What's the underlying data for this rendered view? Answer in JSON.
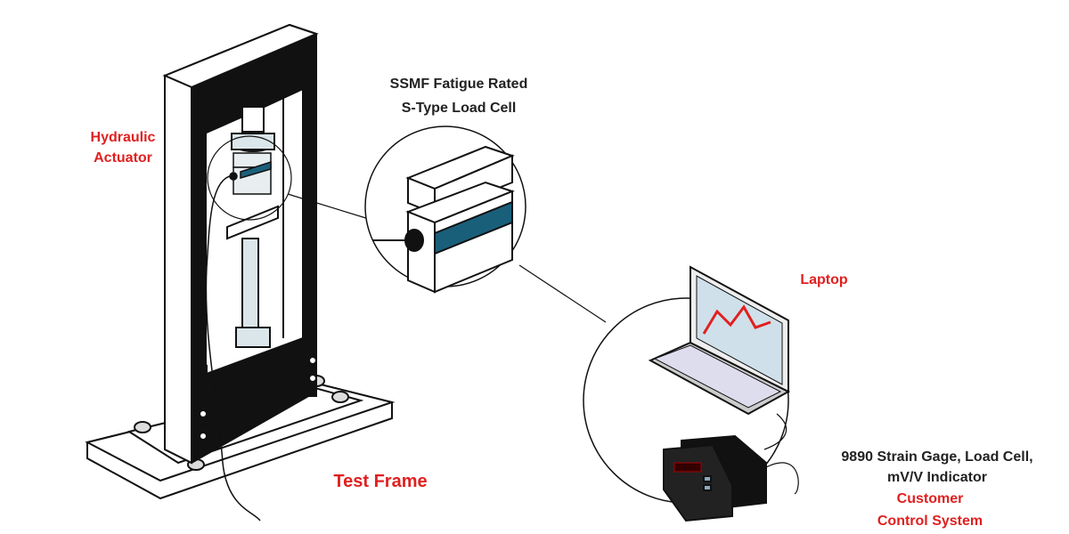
{
  "labels": {
    "load_cell_title_1": "SSMF Fatigue Rated",
    "load_cell_title_2": "S-Type Load Cell",
    "actuator_1": "Hydraulic",
    "actuator_2": "Actuator",
    "laptop": "Laptop",
    "test_frame": "Test Frame",
    "indicator_1": "9890 Strain Gage, Load Cell,",
    "indicator_2": "mV/V Indicator",
    "customer_1": "Customer",
    "customer_2": "Control System"
  },
  "colors": {
    "red_label": "#e02020",
    "load_cell_band": "#1a5f7a",
    "screen": "#cfe0ea",
    "chart_line": "#e02020"
  }
}
